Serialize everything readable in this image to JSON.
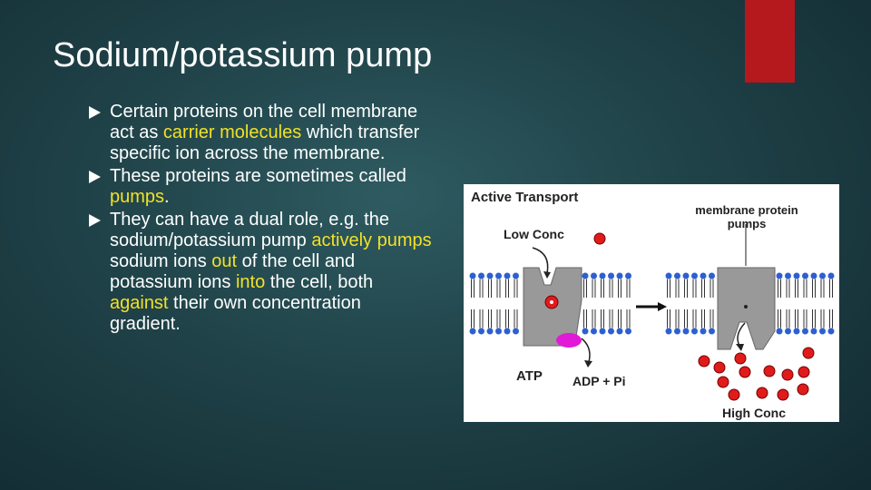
{
  "slide": {
    "title": "Sodium/potassium pump",
    "accent_color": "#b5191d",
    "highlight_color": "#f2e126"
  },
  "bullets": [
    {
      "parts": [
        "Certain proteins on the cell membrane act as ",
        "carrier molecules",
        " which transfer specific ion across the membrane."
      ]
    },
    {
      "parts": [
        "These proteins are sometimes called ",
        "pumps",
        "."
      ]
    },
    {
      "parts": [
        "They can have a dual role, e.g. the sodium/potassium pump ",
        "actively pumps",
        " sodium ions ",
        "out",
        " of the cell and potassium ions ",
        "into",
        " the cell, both ",
        "against",
        " their own concentration gradient."
      ]
    }
  ],
  "figure": {
    "title": "Active Transport",
    "low_conc": "Low Conc",
    "high_conc": "High Conc",
    "pumps_label_line1": "membrane protein",
    "pumps_label_line2": "pumps",
    "atp": "ATP",
    "adp": "ADP + Pi",
    "colors": {
      "ion": "#e01b1b",
      "protein": "#999999",
      "lipid_head": "#2e5fcf",
      "atp_blob": "#e01ad6"
    }
  }
}
